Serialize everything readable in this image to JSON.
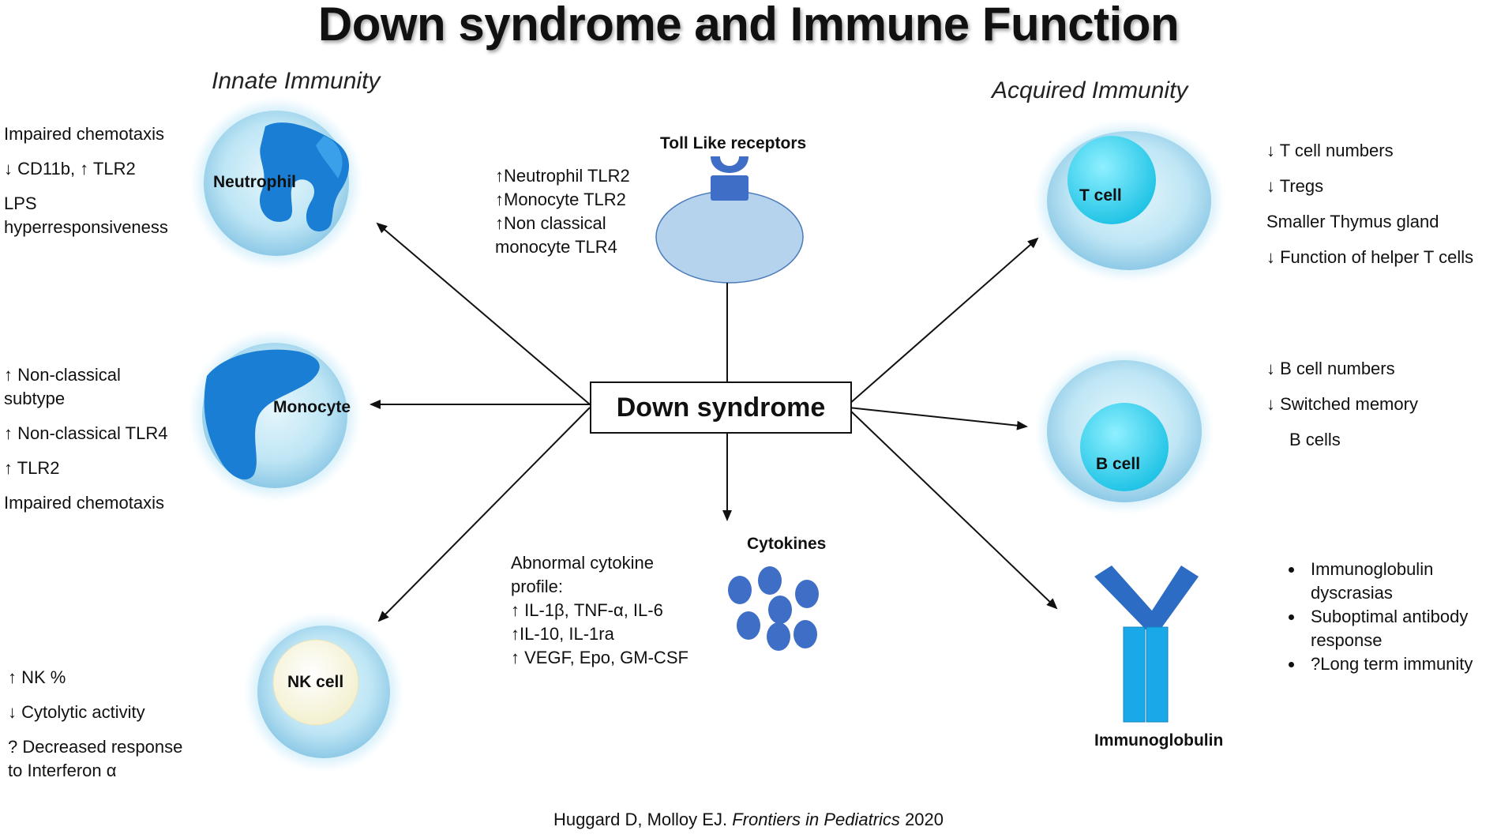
{
  "title": "Down syndrome and Immune Function",
  "sections": {
    "innate": "Innate Immunity",
    "acquired": "Acquired Immunity"
  },
  "center": "Down syndrome",
  "tlr": {
    "label": "Toll Like receptors",
    "lines": [
      "↑Neutrophil TLR2",
      "↑Monocyte TLR2",
      "↑Non classical",
      "monocyte TLR4"
    ]
  },
  "cells": {
    "neutrophil": {
      "label": "Neutrophil",
      "lines": [
        "Impaired chemotaxis",
        "↓ CD11b, ↑ TLR2",
        "LPS",
        "hyperresponsiveness"
      ]
    },
    "monocyte": {
      "label": "Monocyte",
      "lines": [
        "↑ Non-classical",
        "subtype",
        "↑ Non-classical TLR4",
        "↑ TLR2",
        "Impaired chemotaxis"
      ]
    },
    "nk": {
      "label": "NK cell",
      "lines": [
        "↑ NK %",
        "↓ Cytolytic activity",
        "? Decreased response",
        "to Interferon α"
      ]
    },
    "tcell": {
      "label": "T cell",
      "lines": [
        "↓ T cell numbers",
        "↓ Tregs",
        "Smaller Thymus gland",
        "↓ Function of helper T cells"
      ]
    },
    "bcell": {
      "label": "B cell",
      "lines": [
        "↓ B cell numbers",
        "↓ Switched memory",
        "B   cells"
      ]
    }
  },
  "cytokines": {
    "label": "Cytokines",
    "lines": [
      "Abnormal cytokine",
      "profile:",
      "↑ IL-1β, TNF-α, IL-6",
      "↑IL-10, IL-1ra",
      "↑ VEGF, Epo, GM-CSF"
    ]
  },
  "immunoglobulin": {
    "label": "Immunoglobulin",
    "bullets": [
      "Immunoglobulin dyscrasias",
      "Suboptimal antibody response",
      "?Long term immunity"
    ]
  },
  "citation": {
    "authors": "Huggard D, Molloy EJ.",
    "journal": "Frontiers in Pediatrics",
    "year": "2020"
  },
  "colors": {
    "cell_body": "#bfe6f5",
    "nucleus_blue": "#1a7fd4",
    "lymph_nucleus": "#33d6f0",
    "nk_nucleus": "#fbf9e8",
    "tlr_blue": "#3f6ec6",
    "tlr_body": "#b6d3ee",
    "cytokine": "#3f6ec6",
    "immunoglobulin": "#1aa9e8",
    "immunoglobulin_top": "#2c6cc4"
  }
}
